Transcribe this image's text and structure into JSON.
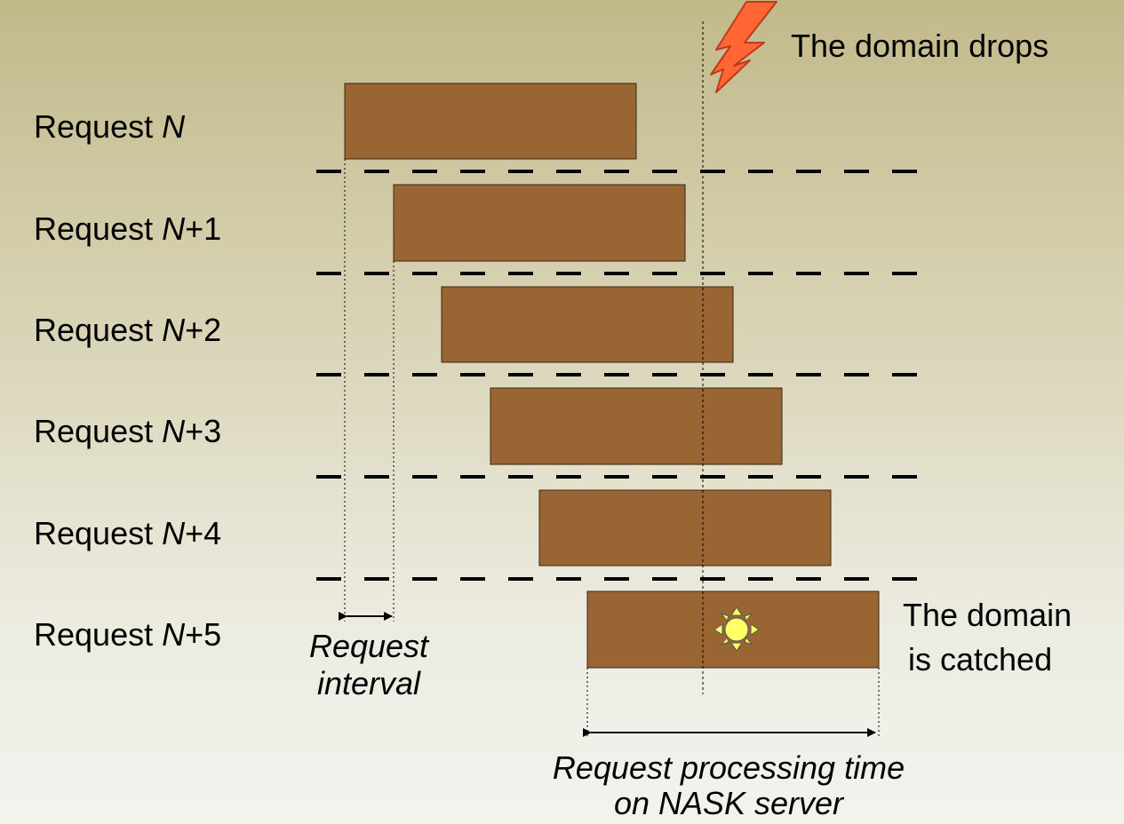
{
  "requests": [
    {
      "prefix": "Request ",
      "var": "N",
      "suffix": ""
    },
    {
      "prefix": "Request ",
      "var": "N",
      "suffix": "+1"
    },
    {
      "prefix": "Request ",
      "var": "N",
      "suffix": "+2"
    },
    {
      "prefix": "Request ",
      "var": "N",
      "suffix": "+3"
    },
    {
      "prefix": "Request ",
      "var": "N",
      "suffix": "+4"
    },
    {
      "prefix": "Request ",
      "var": "N",
      "suffix": "+5"
    }
  ],
  "annotations": {
    "domain_drops": "The domain drops",
    "domain_catched_line1": "The domain",
    "domain_catched_line2": "is catched",
    "request_interval_line1": "Request",
    "request_interval_line2": "interval",
    "processing_line1": "Request processing time",
    "processing_line2": "on NASK server"
  },
  "colors": {
    "bar": "#996633",
    "lightning": "#ff6633",
    "sun": "#ffff66"
  },
  "icons": {
    "drop_event": "lightning-bolt-icon",
    "catch_event": "sun-icon"
  }
}
